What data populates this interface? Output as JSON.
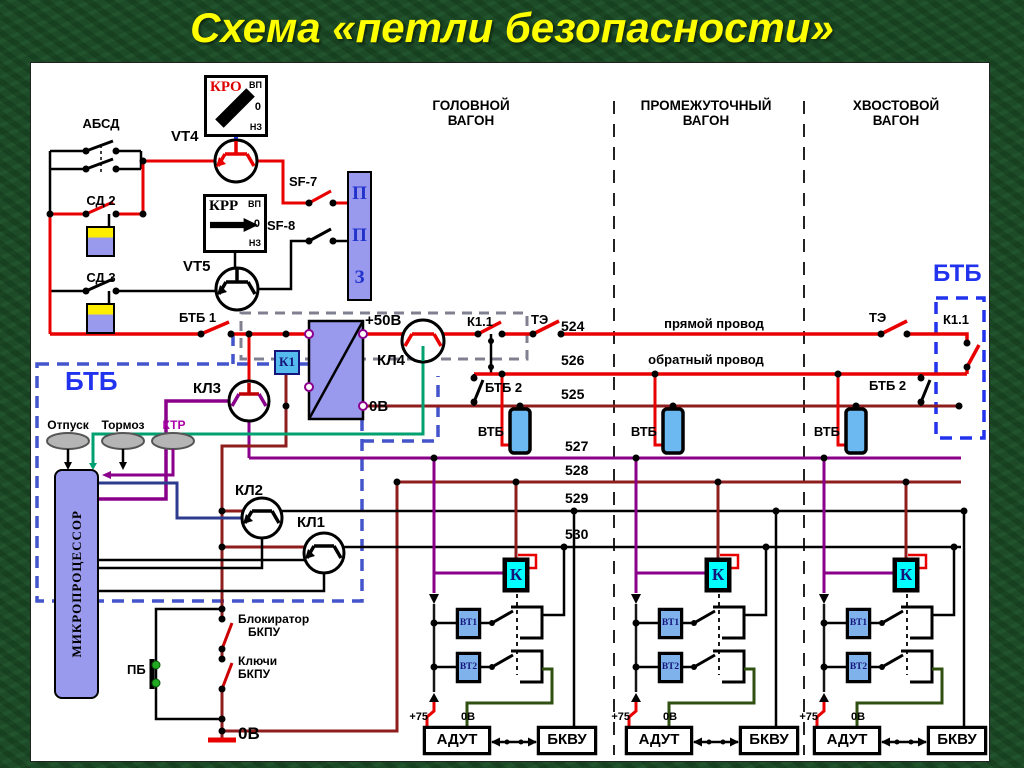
{
  "title": "Схема «петли безопасности»",
  "columns": {
    "head1": "ГОЛОВНОЙ",
    "head2": "ВАГОН",
    "mid1": "ПРОМЕЖУТОЧНЫЙ",
    "mid2": "ВАГОН",
    "tail1": "ХВОСТОВОЙ",
    "tail2": "ВАГОН"
  },
  "kro": {
    "name": "КРО",
    "vp": "ВП",
    "mid": "0",
    "nz": "НЗ"
  },
  "krr": {
    "name": "КРР",
    "vp": "ВП",
    "mid": "0",
    "nz": "НЗ"
  },
  "ppz": {
    "l1": "П",
    "l2": "П",
    "l3": "З"
  },
  "labels": {
    "vt4": "VT4",
    "vt5": "VT5",
    "absd": "АБСД",
    "sd2": "СД 2",
    "sd3": "СД 3",
    "sf7": "SF-7",
    "sf8": "SF-8",
    "btb1": "БТБ 1",
    "kl1": "КЛ1",
    "kl2": "КЛ2",
    "kl3": "КЛ3",
    "kl4": "КЛ4",
    "k1": "К1",
    "plus50": "+50В",
    "zero50": "0В",
    "k11_left": "К1.1",
    "te_left": "ТЭ",
    "btb2_left": "БТБ 2",
    "btb2_right": "БТБ 2",
    "te_right": "ТЭ",
    "k11_right": "К1.1",
    "vtb": "ВТБ",
    "pb": "ПБ",
    "blocker1": "Блокиратор",
    "blocker2": "БКПУ",
    "keys1": "Ключи",
    "keys2": "БКПУ",
    "zero_bottom": "0В"
  },
  "btb_left": {
    "label": "БТБ",
    "otpusk": "Отпуск",
    "tormoz": "Тормоз",
    "ktr": "КТР",
    "mp": "МИКРОПРОЦЕССОР"
  },
  "btb_right": {
    "label": "БТБ"
  },
  "wires": {
    "w524": "524",
    "w525": "525",
    "w526": "526",
    "w527": "527",
    "w528": "528",
    "w529": "529",
    "w530": "530",
    "direct": "прямой провод",
    "reverse": "обратный провод"
  },
  "modules": [
    {
      "k": "К",
      "vt1": "ВТ1",
      "vt2": "ВТ2",
      "plus75": "+75",
      "zero": "0В",
      "adut": "АДУТ",
      "bkvu": "БКВУ"
    },
    {
      "k": "К",
      "vt1": "ВТ1",
      "vt2": "ВТ2",
      "plus75": "+75",
      "zero": "0В",
      "adut": "АДУТ",
      "bkvu": "БКВУ"
    },
    {
      "k": "К",
      "vt1": "ВТ1",
      "vt2": "ВТ2",
      "plus75": "+75",
      "zero": "0В",
      "adut": "АДУТ",
      "bkvu": "БКВУ"
    }
  ],
  "colors": {
    "title_yellow": "#ffff00",
    "frame_green": "#1d4b27",
    "wire_red": "#e80000",
    "wire_dark_red": "#8f1d1d",
    "wire_purple": "#8b008b",
    "wire_navy": "#2d3b8e",
    "wire_green": "#00a070",
    "wire_dark_green": "#2f5011",
    "wire_blue": "#2233ee",
    "box_fill": "#9999ee",
    "relay_fill": "#6cb8f0",
    "k_fill": "#00ffff",
    "vt_fill": "#7fb2ea",
    "btb_dash_blue": "#2233ee",
    "gray_dash": "#808090"
  }
}
